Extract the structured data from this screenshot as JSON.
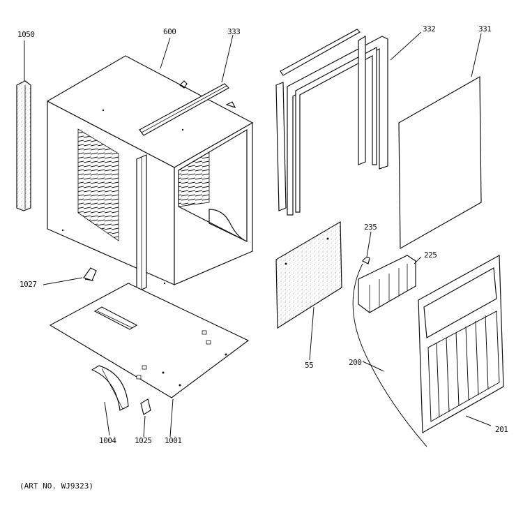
{
  "callouts": {
    "c1050": "1050",
    "c600": "600",
    "c333": "333",
    "c332": "332",
    "c331": "331",
    "c235": "235",
    "c225": "225",
    "c1027": "1027",
    "c55": "55",
    "c200": "200",
    "c201": "201",
    "c1004": "1004",
    "c1025": "1025",
    "c1001": "1001"
  },
  "art_number": "(ART NO. WJ9323)"
}
